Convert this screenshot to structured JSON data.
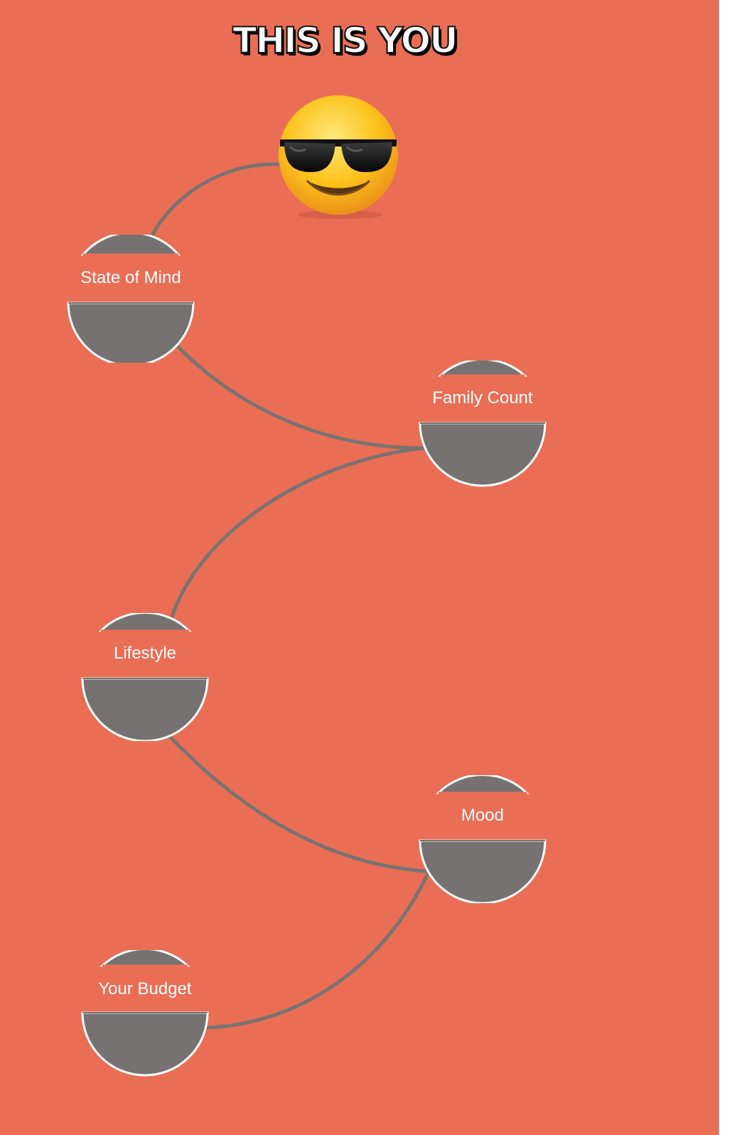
{
  "header": {
    "title": "THIS IS YOU"
  },
  "avatar": {
    "icon": "smiling-face-with-sunglasses-icon"
  },
  "colors": {
    "background": "#ea6e55",
    "node_fill": "#767271",
    "node_border": "#ffffff",
    "link": "#7a7370"
  },
  "nodes": [
    {
      "label": "State of Mind"
    },
    {
      "label": "Family Count"
    },
    {
      "label": "Lifestyle"
    },
    {
      "label": "Mood"
    },
    {
      "label": "Your Budget"
    }
  ]
}
